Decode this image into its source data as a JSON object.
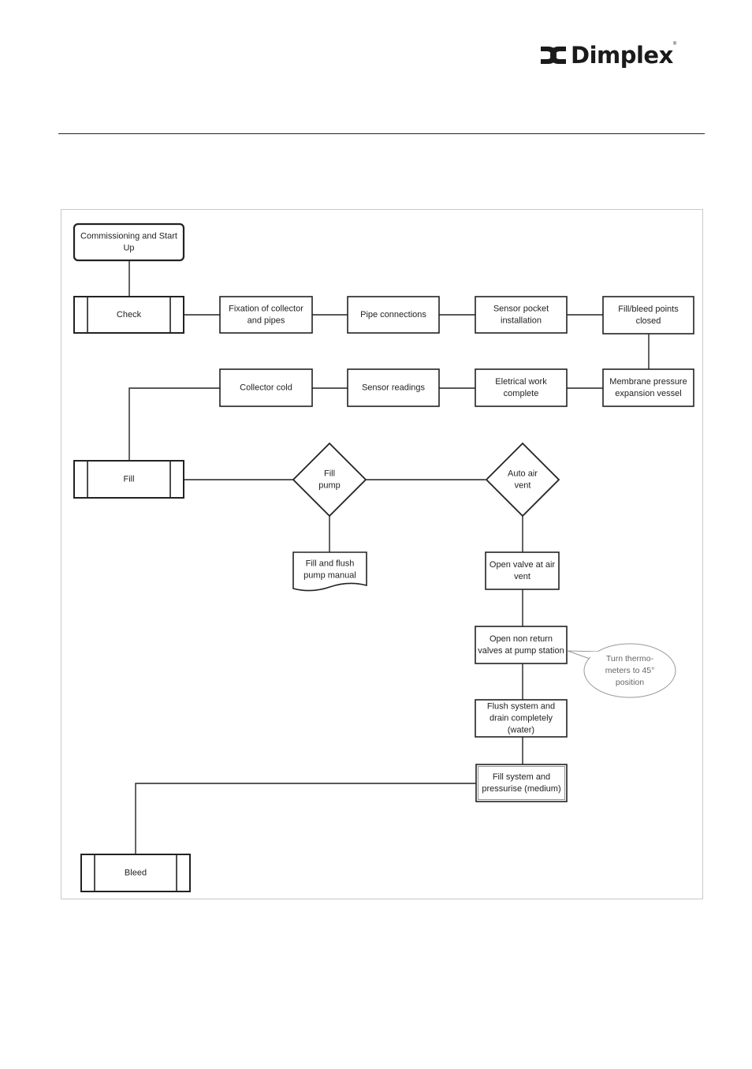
{
  "brand": {
    "name": "Dimplex"
  },
  "flowchart": {
    "start": [
      "Commissioning and Start",
      "Up"
    ],
    "check": "Check",
    "fixation": [
      "Fixation of collector",
      "and pipes"
    ],
    "pipe_connections": "Pipe connections",
    "sensor_pocket": [
      "Sensor pocket",
      "installation"
    ],
    "fill_bleed_points": [
      "Fill/bleed points",
      "closed"
    ],
    "membrane": [
      "Membrane pressure",
      "expansion vessel"
    ],
    "electrical": [
      "Eletrical work",
      "complete"
    ],
    "sensor_readings": "Sensor readings",
    "collector_cold": "Collector cold",
    "fill": "Fill",
    "fill_pump": [
      "Fill",
      "pump"
    ],
    "auto_air_vent": [
      "Auto air",
      "vent"
    ],
    "fill_flush_manual": [
      "Fill and flush",
      "pump manual"
    ],
    "open_valve": [
      "Open valve at air",
      "vent"
    ],
    "open_non_return": [
      "Open non return",
      "valves at pump station"
    ],
    "turn_thermometers": [
      "Turn thermo-",
      "meters to 45°",
      "position"
    ],
    "flush_system": [
      "Flush system and",
      "drain completely",
      "(water)"
    ],
    "fill_system": [
      "Fill system and",
      "pressurise (medium)"
    ],
    "bleed": "Bleed"
  }
}
